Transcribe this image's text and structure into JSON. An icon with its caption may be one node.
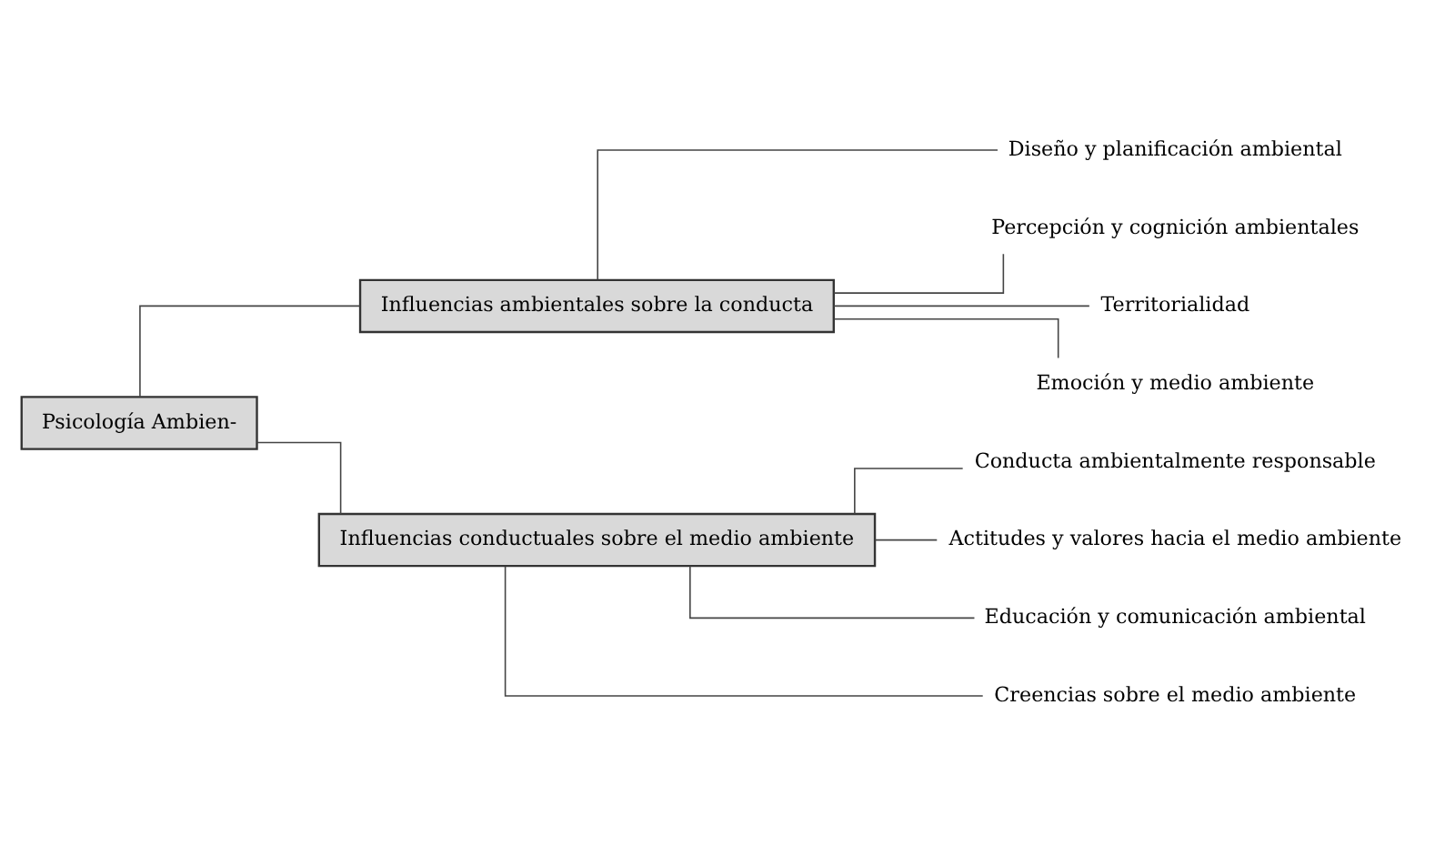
{
  "diagram": {
    "nodes": [
      {
        "text": [
          "Psicología Ambien-"
        ]
      },
      {
        "text": [
          "Influencias ambientales sobre la conducta"
        ]
      },
      {
        "text": [
          "Influencias conductuales sobre el medio ambiente"
        ]
      },
      {
        "text": [
          "Diseño y planificación ambiental"
        ]
      },
      {
        "text": [
          "Percepción y cognición ambientales"
        ]
      },
      {
        "text": [
          "Territorialidad"
        ]
      },
      {
        "text": [
          "Emoción y medio ambiente"
        ]
      },
      {
        "text": [
          "Conducta ambientalmente responsable"
        ]
      },
      {
        "text": [
          "Actitudes y valores hacia el medio ambiente"
        ]
      },
      {
        "text": [
          "Educación y comunicación ambiental"
        ]
      },
      {
        "text": [
          "Creencias sobre el medio ambiente"
        ]
      }
    ],
    "edges": [
      {
        "from": 0,
        "to": 1,
        "arrow": "none"
      },
      {
        "from": 0,
        "to": 2,
        "arrow": "none"
      },
      {
        "from": 1,
        "to": 3,
        "arrow": "none"
      },
      {
        "from": 1,
        "to": 4,
        "arrow": "none"
      },
      {
        "from": 1,
        "to": 5,
        "arrow": "none"
      },
      {
        "from": 1,
        "to": 6,
        "arrow": "none"
      },
      {
        "from": 2,
        "to": 7,
        "arrow": "none"
      },
      {
        "from": 2,
        "to": 8,
        "arrow": "none"
      },
      {
        "from": 2,
        "to": 9,
        "arrow": "none"
      },
      {
        "from": 2,
        "to": 10,
        "arrow": "none"
      }
    ]
  }
}
